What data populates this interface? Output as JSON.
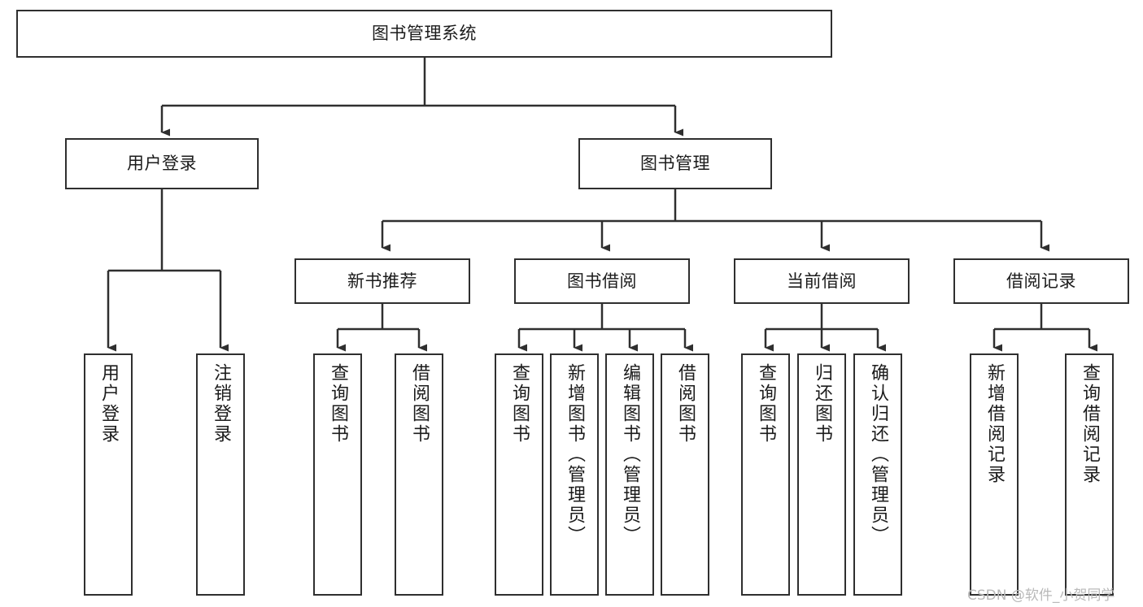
{
  "diagram": {
    "title": "图书管理系统",
    "watermark": "CSDN @软件_小贺同学",
    "line_color": "#2f2f2f",
    "box_fill": "#ffffff",
    "text_color": "#1b1b1b",
    "watermark_color": "#b9b9b9"
  },
  "nodes": {
    "root": {
      "label": "图书管理系统"
    },
    "level2": [
      {
        "label": "用户登录"
      },
      {
        "label": "图书管理"
      }
    ],
    "level3": [
      {
        "label": "新书推荐"
      },
      {
        "label": "图书借阅"
      },
      {
        "label": "当前借阅"
      },
      {
        "label": "借阅记录"
      }
    ],
    "leaves": {
      "user_login": [
        {
          "label": "用户登录"
        },
        {
          "label": "注销登录"
        }
      ],
      "new_book": [
        {
          "label": "查询图书"
        },
        {
          "label": "借阅图书"
        }
      ],
      "book_borrow": [
        {
          "label": "查询图书"
        },
        {
          "label": "新增图书（管理员）"
        },
        {
          "label": "编辑图书（管理员）"
        },
        {
          "label": "借阅图书"
        }
      ],
      "current_borrow": [
        {
          "label": "查询图书"
        },
        {
          "label": "归还图书"
        },
        {
          "label": "确认归还（管理员）"
        }
      ],
      "borrow_record": [
        {
          "label": "新增借阅记录"
        },
        {
          "label": "查询借阅记录"
        }
      ]
    }
  }
}
